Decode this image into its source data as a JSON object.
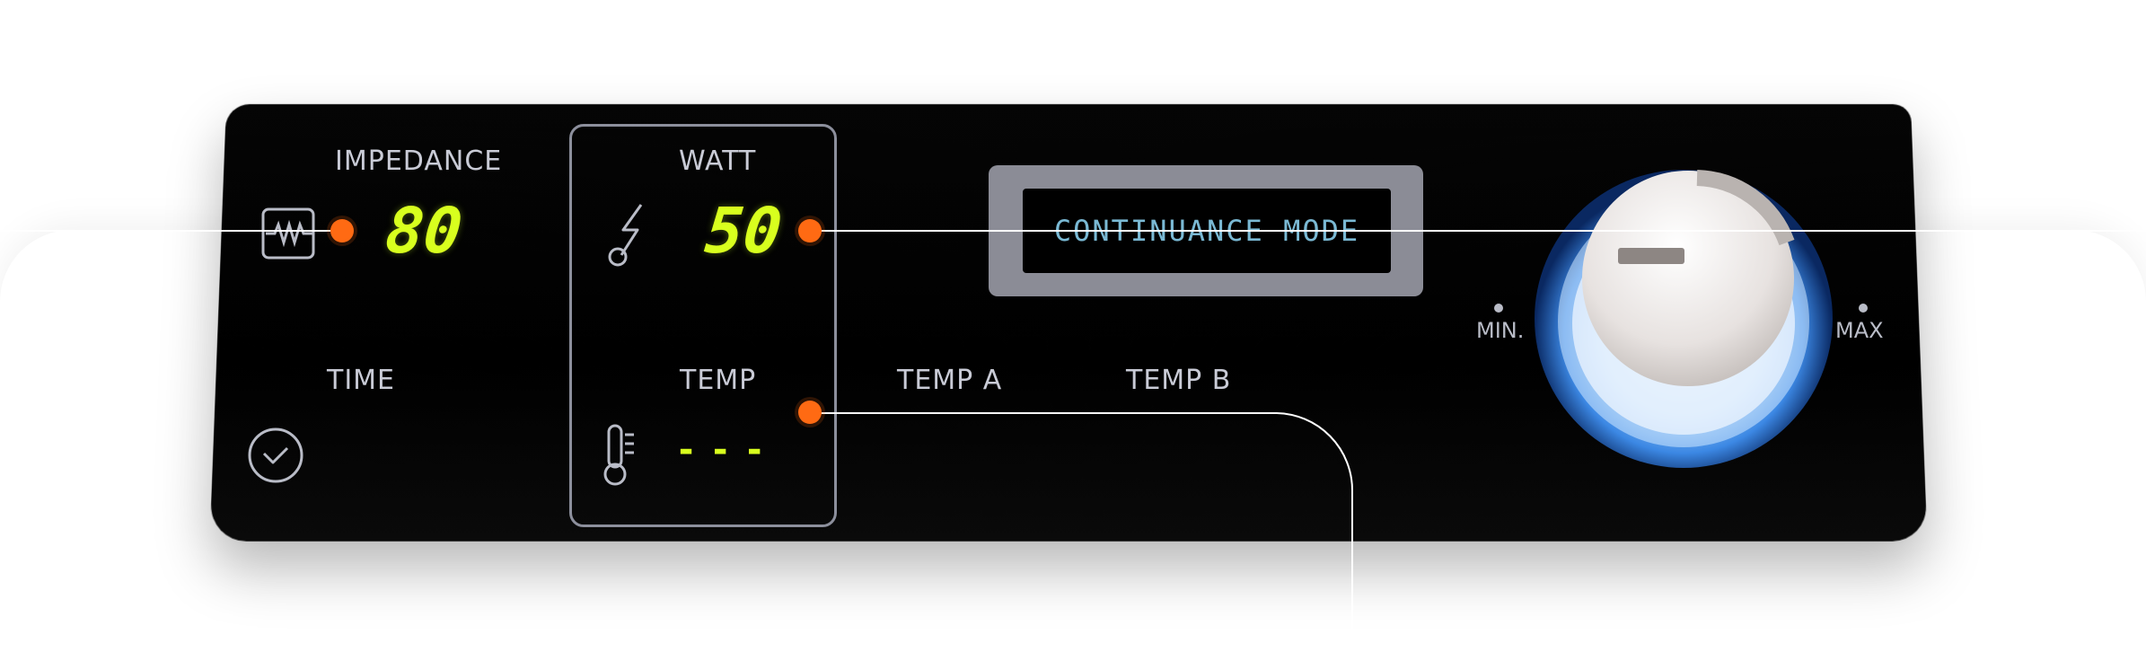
{
  "panel": {
    "impedance": {
      "label": "IMPEDANCE",
      "value": "80"
    },
    "watt": {
      "label": "WATT",
      "value": "50"
    },
    "time": {
      "label": "TIME"
    },
    "temp": {
      "label": "TEMP",
      "value": "---"
    },
    "temp_a": {
      "label": "TEMP A"
    },
    "temp_b": {
      "label": "TEMP B"
    },
    "display": {
      "text": "CONTINUANCE MODE"
    },
    "knob": {
      "min_label": "MIN.",
      "max_label": "MAX"
    }
  },
  "icons": [
    "resistor-icon",
    "lightning-icon",
    "clock-icon",
    "thermometer-icon",
    "power-knob-icon"
  ],
  "colors": {
    "segment": "#d8ff1e",
    "lcd_text": "#7ab9d4",
    "callout": "#ff6a13",
    "knob_glow": "#5fb4ff"
  }
}
